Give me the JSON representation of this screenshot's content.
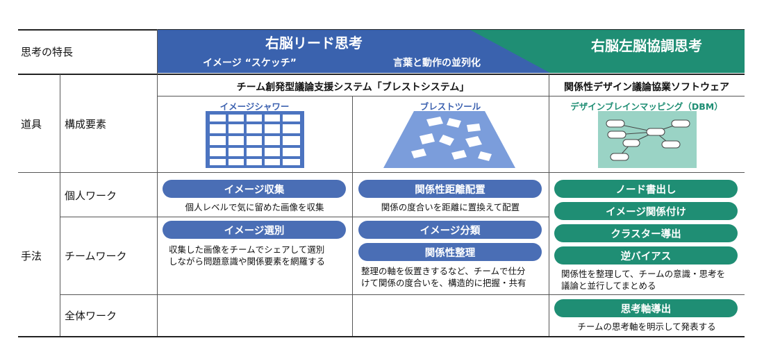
{
  "header": {
    "row_label": "思考の特長",
    "left_title": "右脳リード思考",
    "left_sub1": "イメージ “スケッチ”",
    "left_sub2": "言葉と動作の並列化",
    "right_title": "右脳左脳協調思考"
  },
  "tools": {
    "section_label": "道具",
    "row_label": "構成要素",
    "left_system_title": "チーム創発型議論支援システム「ブレストシステム」",
    "right_system_title": "関係性デザイン議論協業ソフトウェア",
    "tool1_title": "イメージシャワー",
    "tool2_title": "ブレストツール",
    "tool3_title": "デザインブレインマッピング（DBM）"
  },
  "method": {
    "section_label": "手法",
    "rows": {
      "individual": "個人ワーク",
      "team": "チームワーク",
      "whole": "全体ワーク"
    },
    "individual": {
      "col1_pill": "イメージ収集",
      "col1_desc": "個人レベルで気に留めた画像を収集",
      "col2_pill": "関係性距離配置",
      "col2_desc": "関係の度合いを距離に置換えて配置"
    },
    "team": {
      "col1_pill": "イメージ選別",
      "col1_desc1": "収集した画像をチームでシェアして選別",
      "col1_desc2": "しながら問題意識や関係要素を網羅する",
      "col2_pill1": "イメージ分類",
      "col2_pill2": "関係性整理",
      "col2_desc1": "整理の軸を仮置きするなど、チームで仕分",
      "col2_desc2": "けて関係の度合いを、構造的に把握・共有"
    },
    "col3": {
      "pill1": "ノード書出し",
      "pill2": "イメージ関係付け",
      "pill3": "クラスター導出",
      "pill4": "逆バイアス",
      "desc1": "関係性を整理して、チームの意識・思考を",
      "desc2": "議論と並行してまとめる",
      "pill5": "思考軸導出",
      "desc3": "チームの思考軸を明示して発表する"
    }
  },
  "colors": {
    "blue": "#3d62b0",
    "blue_pill": "#4a6eb5",
    "green": "#1f8e74",
    "light_blue": "#7b9ddb",
    "mint": "#9ad3c5"
  }
}
